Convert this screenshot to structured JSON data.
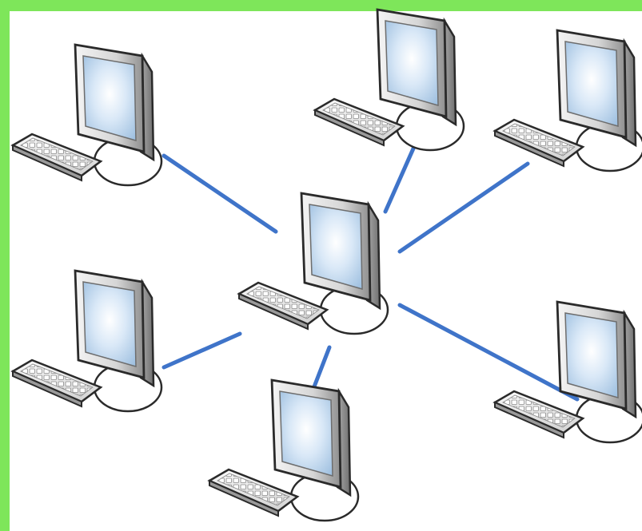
{
  "colors": {
    "background": "#7ee65a",
    "canvas": "#ffffff",
    "link": "#3f74c9",
    "monitor_bezel_light": "#f4f4f4",
    "monitor_bezel_dark": "#8e8e8e",
    "outline": "#2a2a2a",
    "screen_glow": "#ffffff",
    "screen_edge": "#9fc0e0"
  },
  "icons": {
    "workstation": "desktop-computer-icon",
    "keyboard": "keyboard-icon"
  },
  "diagram": {
    "topology": "star",
    "hub": {
      "id": "hub",
      "icon": "desktop-computer-icon"
    },
    "nodes": [
      {
        "id": "top-left"
      },
      {
        "id": "top-center"
      },
      {
        "id": "top-right"
      },
      {
        "id": "bottom-left"
      },
      {
        "id": "bottom-center"
      },
      {
        "id": "right"
      }
    ],
    "links": [
      {
        "from": "hub",
        "to": "top-left"
      },
      {
        "from": "hub",
        "to": "top-center"
      },
      {
        "from": "hub",
        "to": "top-right"
      },
      {
        "from": "hub",
        "to": "bottom-left"
      },
      {
        "from": "hub",
        "to": "bottom-center"
      },
      {
        "from": "hub",
        "to": "right"
      }
    ]
  }
}
